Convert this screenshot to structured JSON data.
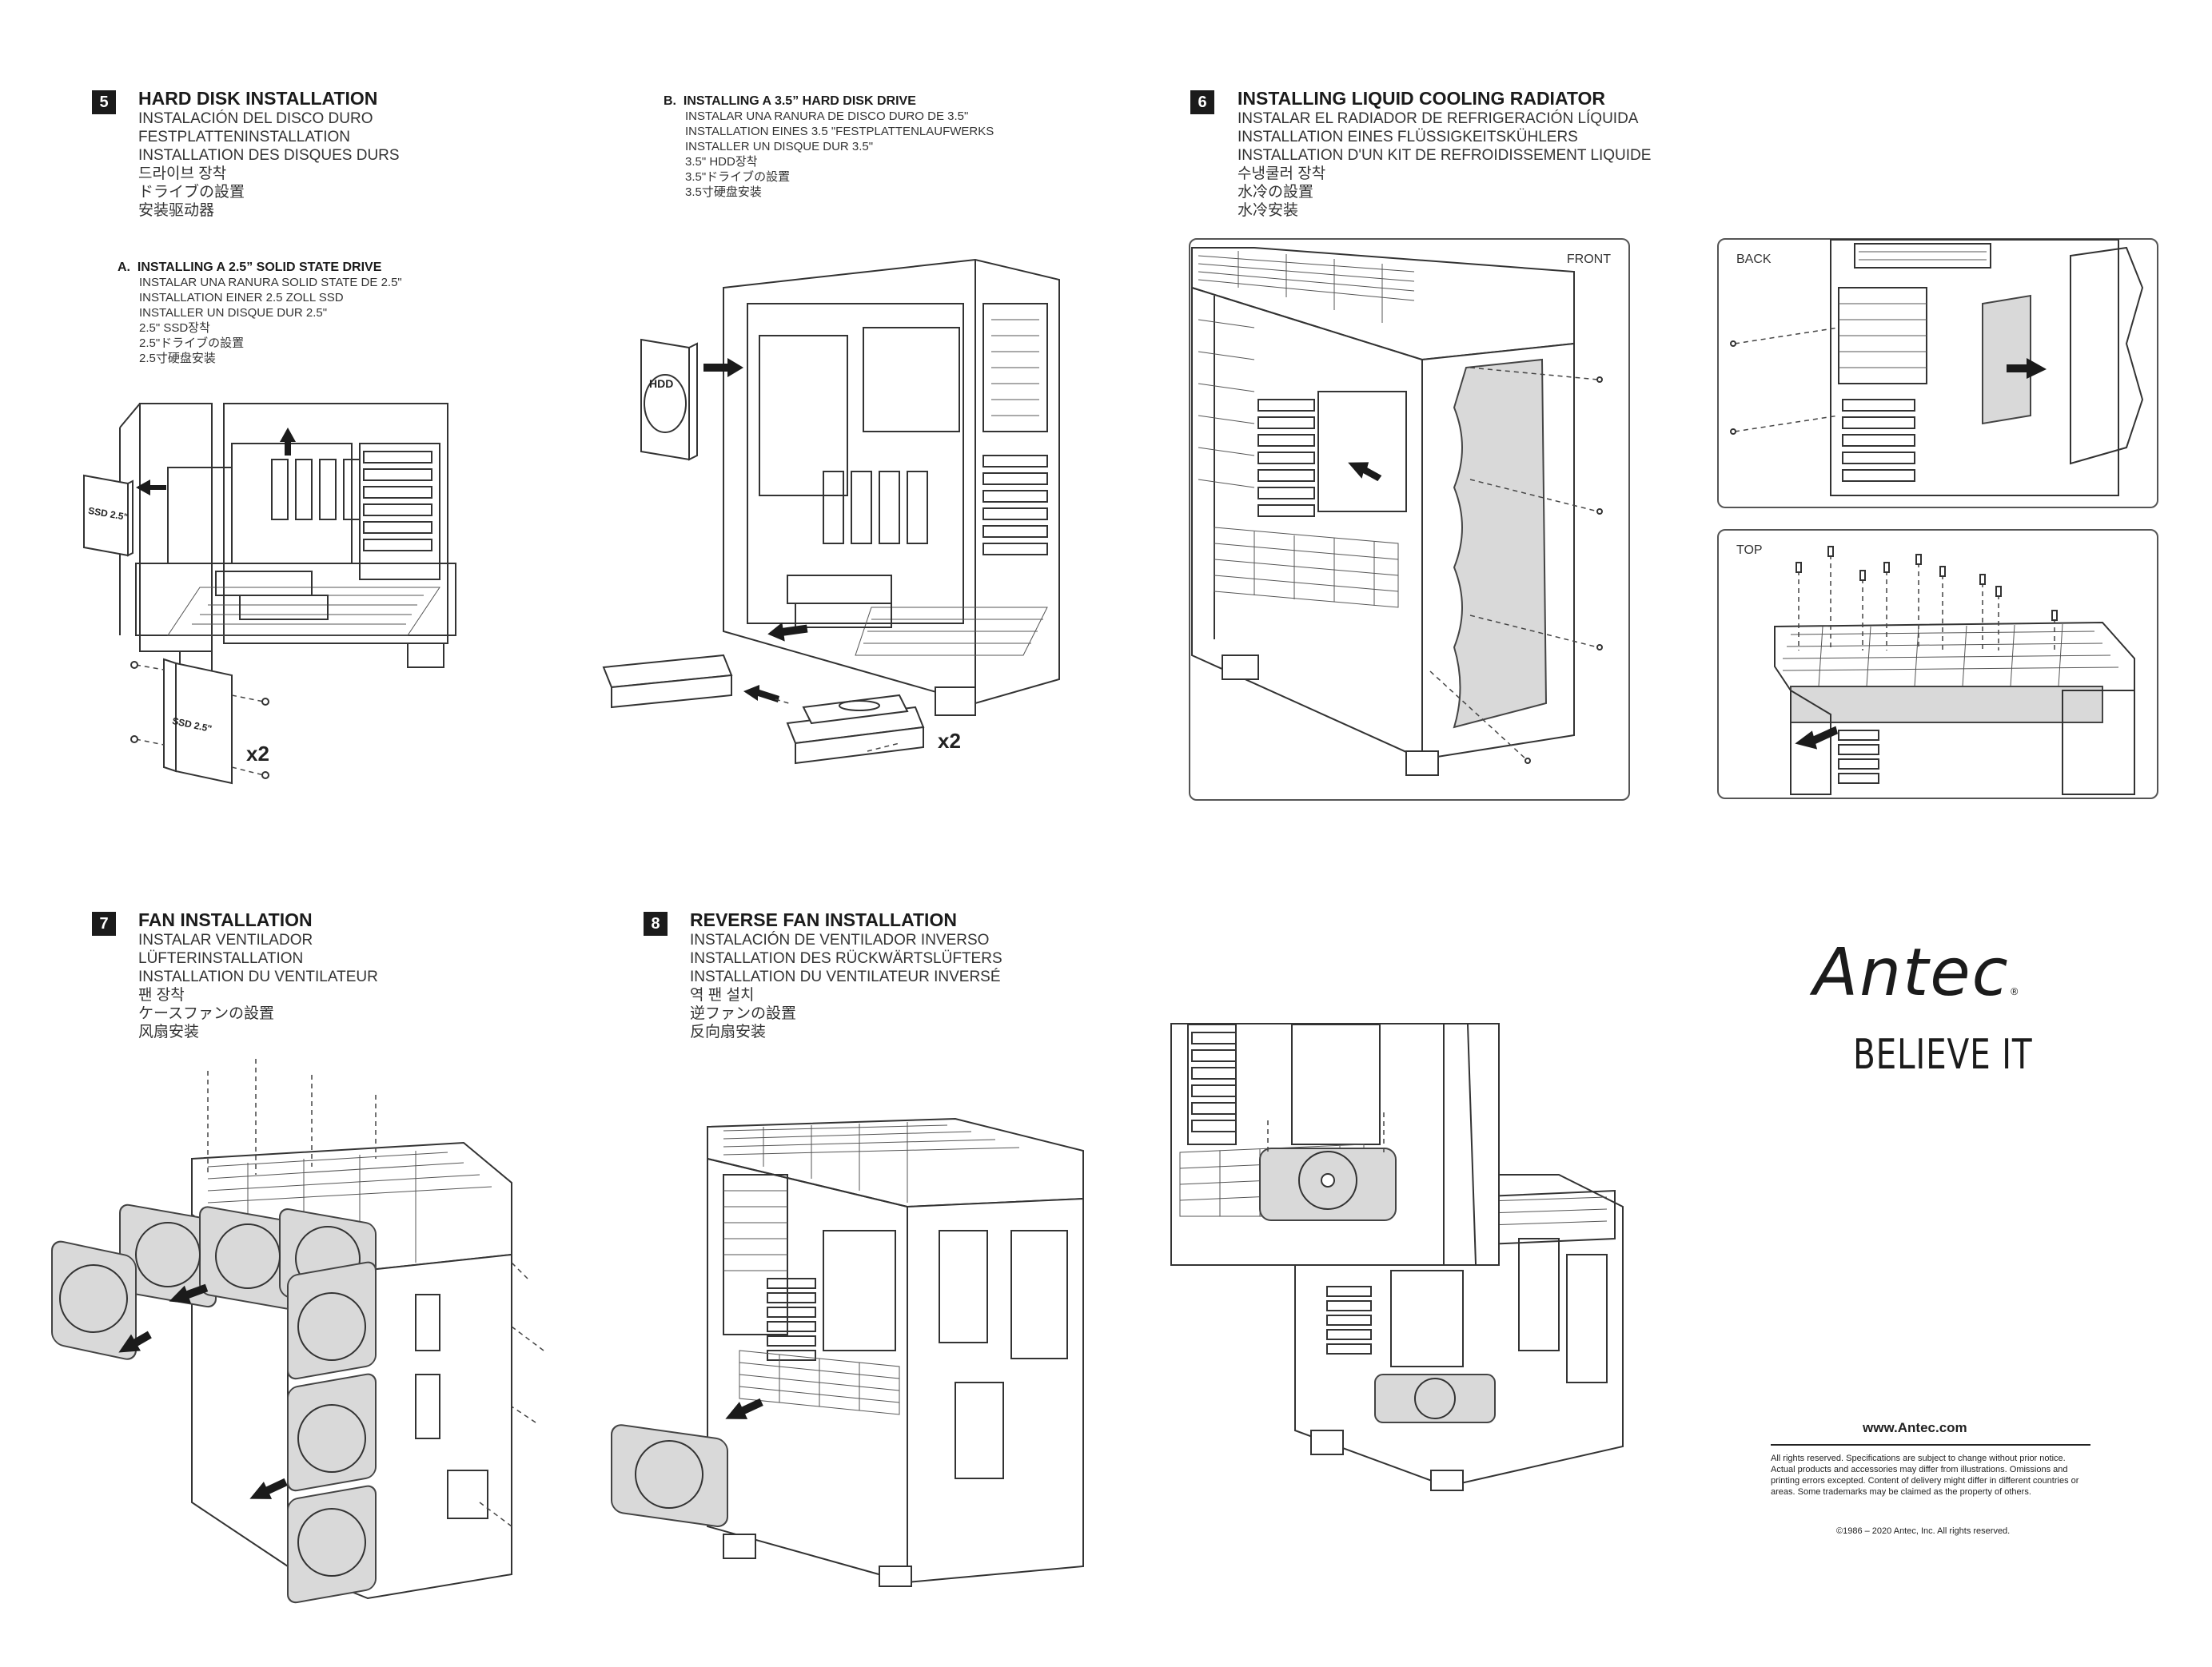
{
  "step5": {
    "number": "5",
    "title": "HARD DISK INSTALLATION",
    "lines": [
      "INSTALACIÓN DEL DISCO DURO",
      "FESTPLATTENINSTALLATION",
      "INSTALLATION DES DISQUES DURS",
      "드라이브 장착",
      "ドライブの設置",
      "安装驱动器"
    ],
    "sectionA": {
      "label": "A.",
      "title": "INSTALLING A 2.5” SOLID STATE DRIVE",
      "lines": [
        "INSTALAR UNA RANURA SOLID STATE DE 2.5\"",
        "INSTALLATION EINER 2.5 ZOLL SSD",
        "INSTALLER UN DISQUE DUR 2.5\"",
        "2.5\" SSD장착",
        "2.5\"ドライブの設置",
        "2.5寸硬盘安装"
      ],
      "ssd_label": "SSD 2.5\"",
      "ssd_label_2": "SSD 2.5\"",
      "multiplier": "x2"
    },
    "sectionB": {
      "label": "B.",
      "title": "INSTALLING A 3.5” HARD DISK DRIVE",
      "lines": [
        "INSTALAR UNA RANURA DE DISCO DURO DE 3.5\"",
        "INSTALLATION EINES 3.5 \"FESTPLATTENLAUFWERKS",
        "INSTALLER UN DISQUE DUR 3.5\"",
        "3.5\" HDD장착",
        "3.5\"ドライブの設置",
        "3.5寸硬盘安装"
      ],
      "hdd_label": "HDD",
      "multiplier": "x2"
    }
  },
  "step6": {
    "number": "6",
    "title": "INSTALLING LIQUID COOLING RADIATOR",
    "lines": [
      "INSTALAR EL RADIADOR DE REFRIGERACIÓN LÍQUIDA",
      "INSTALLATION EINES FLÜSSIGKEITSKÜHLERS",
      "INSTALLATION D'UN KIT DE REFROIDISSEMENT LIQUIDE",
      "수냉쿨러 장착",
      "水冷の設置",
      "水冷安装"
    ],
    "panels": {
      "front": "FRONT",
      "back": "BACK",
      "top": "TOP"
    }
  },
  "step7": {
    "number": "7",
    "title": "FAN INSTALLATION",
    "lines": [
      "INSTALAR VENTILADOR",
      "LÜFTERINSTALLATION",
      "INSTALLATION DU VENTILATEUR",
      "팬 장착",
      "ケースファンの設置",
      "风扇安装"
    ]
  },
  "step8": {
    "number": "8",
    "title": "REVERSE FAN INSTALLATION",
    "lines": [
      "INSTALACIÓN DE VENTILADOR INVERSO",
      "INSTALLATION DES RÜCKWÄRTSLÜFTERS",
      "INSTALLATION DU VENTILATEUR INVERSÉ",
      "역 팬 설치",
      "逆ファンの設置",
      "反向扇安装"
    ]
  },
  "brand": {
    "logo": "Antec",
    "registered": "®",
    "slogan": "BELIEVE IT",
    "website": "www.Antec.com",
    "legal": "All rights reserved. Specifications are subject to change without prior notice. Actual products and accessories may differ from illustrations. Omissions and printing errors excepted. Content of delivery might differ in different countries or areas. Some trademarks may be claimed as the property of others.",
    "copyright": "©1986 – 2020 Antec, Inc. All rights reserved."
  },
  "colors": {
    "ink": "#1b1b1b",
    "radiator_fill": "#d9d9d9",
    "background": "#ffffff"
  }
}
